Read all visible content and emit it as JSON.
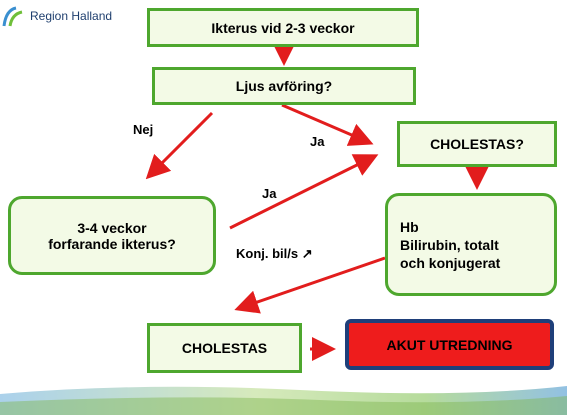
{
  "logo": {
    "text": "Region Halland",
    "icon": "halland-logo-icon"
  },
  "colors": {
    "box_border": "#4ea72e",
    "box_fill": "#f3fae6",
    "arrow": "#e21d1d",
    "alarm_fill": "#ee1c1c",
    "alarm_border": "#1f3f7a"
  },
  "nodes": {
    "start": "Ikterus vid 2-3 veckor",
    "stool": "Ljus avföring?",
    "cholestasis_q": "CHOLESTAS?",
    "persisting_l1": "3-4 veckor",
    "persisting_l2": "forfarande ikterus?",
    "labs_l1": "Hb",
    "labs_l2": "Bilirubin, totalt",
    "labs_l3": "och konjugerat",
    "cholestasis": "CHOLESTAS",
    "urgent": "AKUT UTREDNING"
  },
  "edges": {
    "no": "Nej",
    "yes_top": "Ja",
    "yes_mid": "Ja",
    "conj_bil": "Konj. bil/s ↗"
  }
}
